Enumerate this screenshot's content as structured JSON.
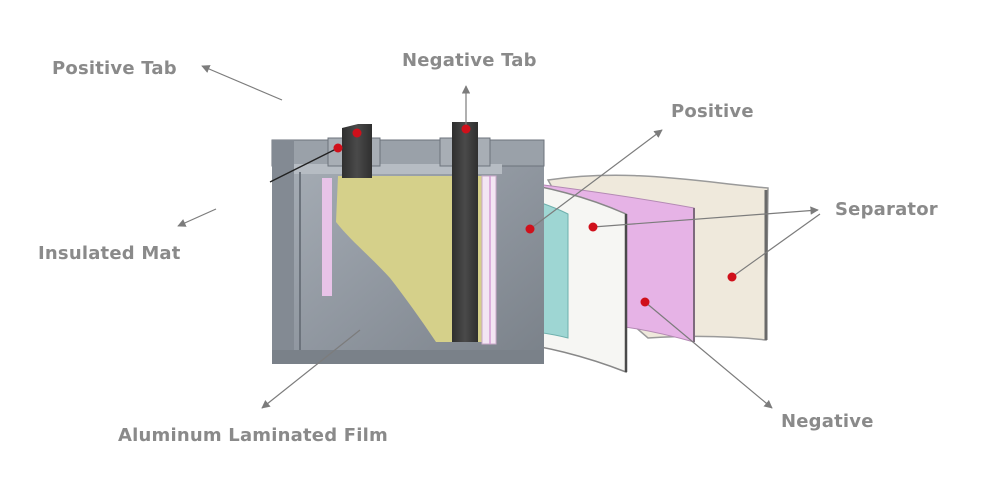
{
  "labels": {
    "positive_tab": "Positive Tab",
    "negative_tab": "Negative Tab",
    "positive": "Positive",
    "separator": "Separator",
    "insulated_mat": "Insulated Mat",
    "aluminum_laminated_film": "Aluminum Laminated Film",
    "negative": "Negative"
  },
  "colors": {
    "label_text": "#8a8a8a",
    "leader_line": "#7c7c7c",
    "marker_dot": "#d0101b",
    "casing": "#8f969f",
    "casing_dark": "#6c737c",
    "tab": "#3a3a3a",
    "electrode_core": "#d5d08a",
    "positive_sheet": "#9ed6d3",
    "separator_sheet": "#f6f6f3",
    "negative_sheet": "#e6b3e6",
    "outer_sheet": "#efe9dc"
  }
}
